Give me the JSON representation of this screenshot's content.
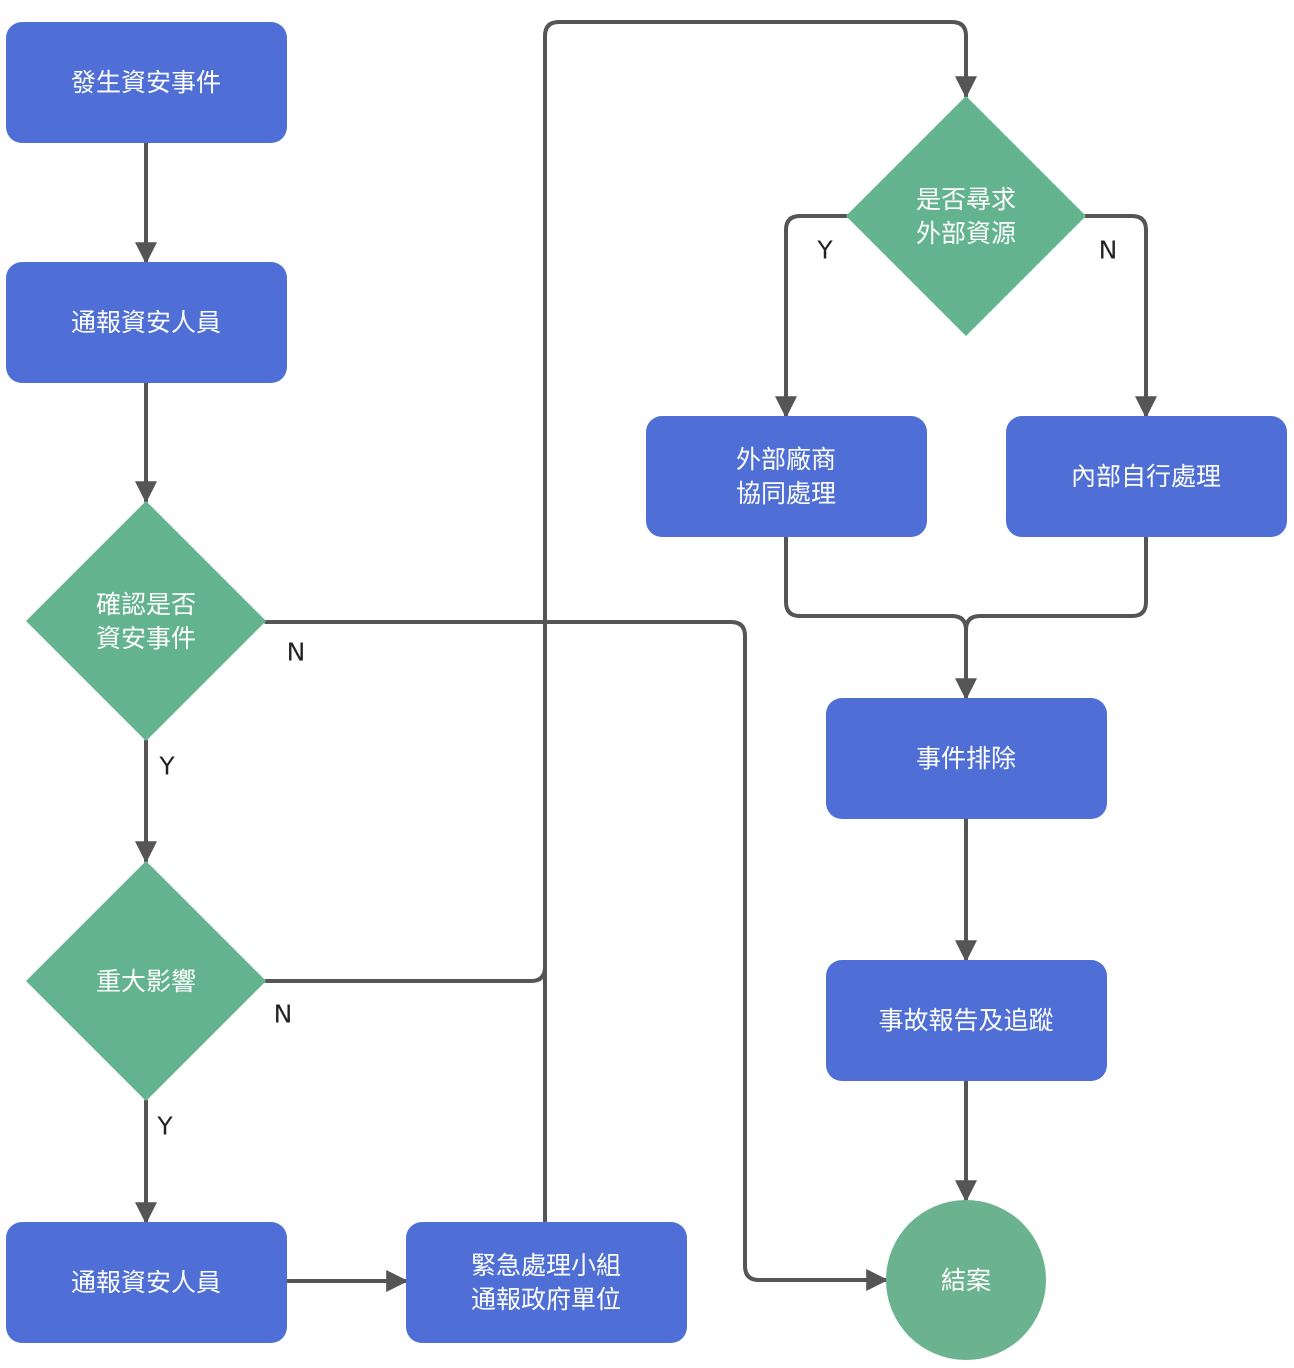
{
  "colors": {
    "process": "#4f6fd6",
    "decision": "#63b38f",
    "terminal": "#6bb38f",
    "edge": "#555555"
  },
  "nodes": {
    "start": {
      "lines": [
        "發生資安事件"
      ]
    },
    "notify1": {
      "lines": [
        "通報資安人員"
      ]
    },
    "confirm": {
      "lines": [
        "確認是否",
        "資安事件"
      ]
    },
    "major": {
      "lines": [
        "重大影響"
      ]
    },
    "notify2": {
      "lines": [
        "通報資安人員"
      ]
    },
    "emergency": {
      "lines": [
        "緊急處理小組",
        "通報政府單位"
      ]
    },
    "external_q": {
      "lines": [
        "是否尋求",
        "外部資源"
      ]
    },
    "vendor": {
      "lines": [
        "外部廠商",
        "協同處理"
      ]
    },
    "internal": {
      "lines": [
        "內部自行處理"
      ]
    },
    "resolve": {
      "lines": [
        "事件排除"
      ]
    },
    "report": {
      "lines": [
        "事故報告及追蹤"
      ]
    },
    "close": {
      "lines": [
        "結案"
      ]
    }
  },
  "edge_labels": {
    "confirm_no": "N",
    "confirm_yes": "Y",
    "major_no": "N",
    "major_yes": "Y",
    "external_yes": "Y",
    "external_no": "N"
  }
}
